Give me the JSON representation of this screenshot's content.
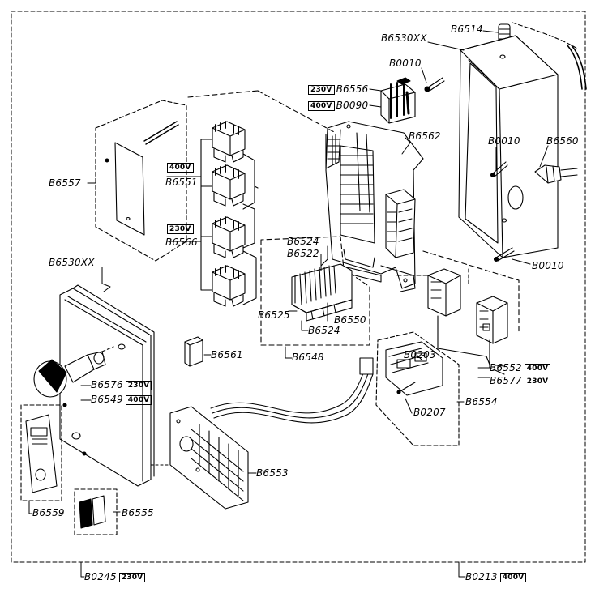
{
  "parts": {
    "b6514": "B6514",
    "b6530xx_box": "B6530XX",
    "b0010_top": "B0010",
    "b6556": "B6556",
    "b0090": "B0090",
    "b6562": "B6562",
    "b0010_mid": "B0010",
    "b6560": "B6560",
    "b0010_bottom": "B0010",
    "b6557": "B6557",
    "b6551": "B6551",
    "b6566": "B6566",
    "b6524_top": "B6524",
    "b6522": "B6522",
    "b6525": "B6525",
    "b6550": "B6550",
    "b6524_bottom": "B6524",
    "b6548": "B6548",
    "b6530xx_door": "B6530XX",
    "b6561": "B6561",
    "b6576": "B6576",
    "b6549": "B6549",
    "b0203": "B0203",
    "b6554": "B6554",
    "b0207": "B0207",
    "b6552": "B6552",
    "b6577": "B6577",
    "b6553": "B6553",
    "b6559": "B6559",
    "b6555": "B6555",
    "b0245": "B0245",
    "b0213": "B0213"
  },
  "voltage": {
    "v230": "230V",
    "v400": "400V"
  }
}
